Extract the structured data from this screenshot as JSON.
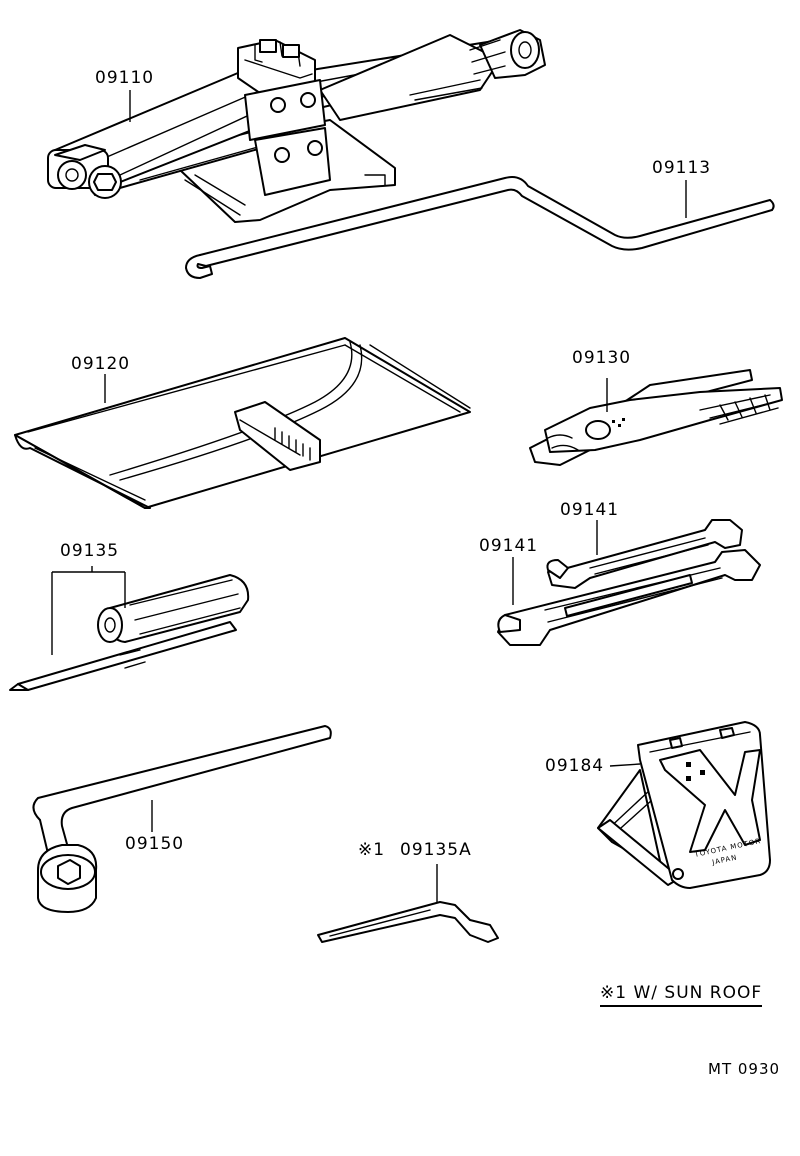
{
  "parts": {
    "jack": "09110",
    "jack_handle": "09113",
    "tool_bag": "09120",
    "pliers": "09130",
    "screwdriver": "09135",
    "wrench_small": "09141",
    "wrench_large": "09141",
    "hub_nut_wrench": "09150",
    "screwdriver_sun_roof": "09135A",
    "wheel_chock": "09184"
  },
  "notes": {
    "sun_roof_marker": "※1",
    "sun_roof_legend": "※1 W/ SUN  ROOF"
  },
  "chock_text": {
    "line1": "TOYOTA MOTOR",
    "line2": "JAPAN"
  },
  "reference": "MT  0930"
}
